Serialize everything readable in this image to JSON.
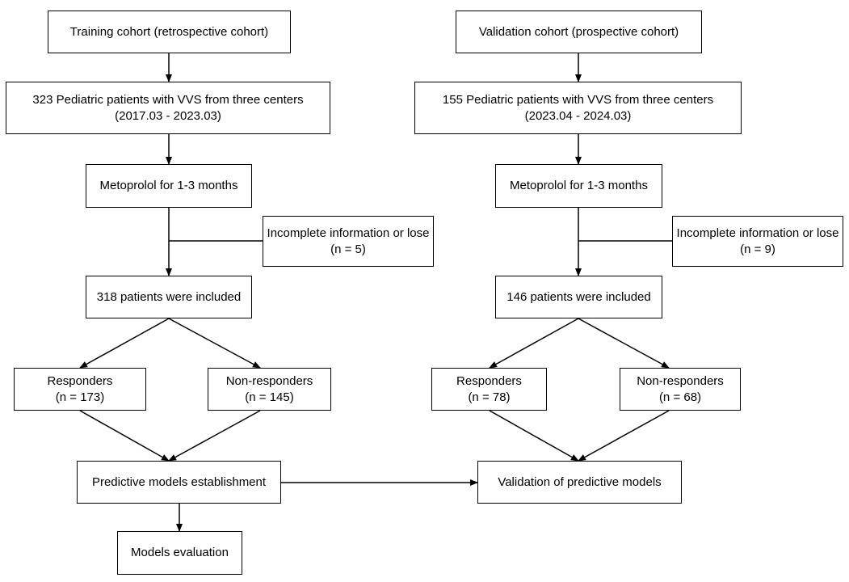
{
  "boxes": {
    "train_cohort": {
      "line1": "Training cohort (retrospective cohort)"
    },
    "train_patients": {
      "line1": "323 Pediatric patients with VVS from three centers",
      "line2": "(2017.03 - 2023.03)"
    },
    "train_metoprolol": {
      "line1": "Metoprolol for 1-3 months"
    },
    "train_excluded": {
      "line1": "Incomplete information or lose",
      "line2": "(n = 5)"
    },
    "train_included": {
      "line1": "318 patients were included"
    },
    "train_responders": {
      "line1": "Responders",
      "line2": "(n = 173)"
    },
    "train_nonresponders": {
      "line1": "Non-responders",
      "line2": "(n = 145)"
    },
    "predictive_models": {
      "line1": "Predictive models establishment"
    },
    "models_evaluation": {
      "line1": "Models evaluation"
    },
    "valid_cohort": {
      "line1": "Validation cohort (prospective cohort)"
    },
    "valid_patients": {
      "line1": "155 Pediatric patients with VVS from three centers",
      "line2": "(2023.04 - 2024.03)"
    },
    "valid_metoprolol": {
      "line1": "Metoprolol for 1-3 months"
    },
    "valid_excluded": {
      "line1": "Incomplete information or lose",
      "line2": "(n = 9)"
    },
    "valid_included": {
      "line1": "146 patients were included"
    },
    "valid_responders": {
      "line1": "Responders",
      "line2": "(n = 78)"
    },
    "valid_nonresponders": {
      "line1": "Non-responders",
      "line2": "(n = 68)"
    },
    "validation_models": {
      "line1": "Validation of predictive models"
    }
  }
}
